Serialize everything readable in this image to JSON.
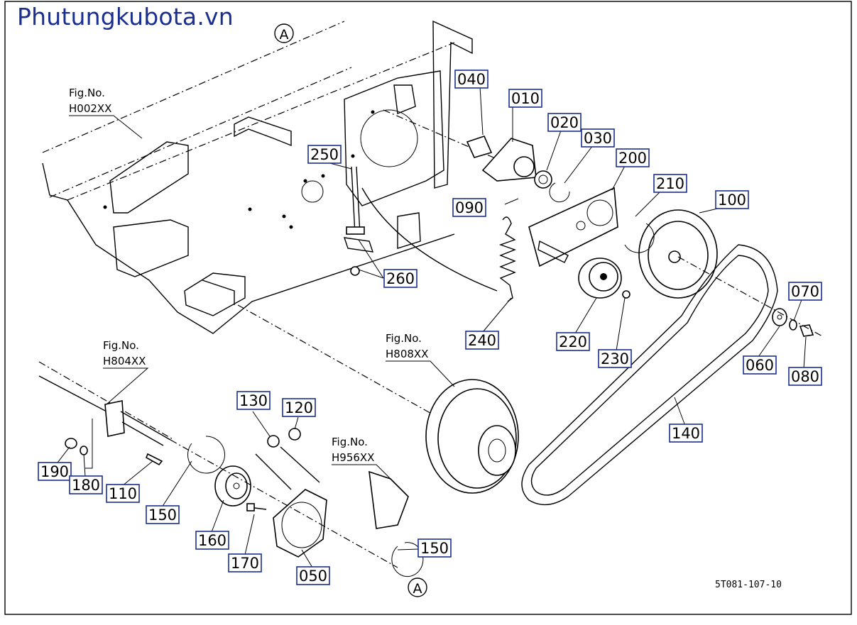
{
  "brand": {
    "title": "Phutungkubota.vn"
  },
  "drawing_number": "5T081-107-10",
  "callout_A": "A",
  "fig_refs": [
    {
      "id": "fig1",
      "line1": "Fig.No.",
      "line2": "H002XX"
    },
    {
      "id": "fig2",
      "line1": "Fig.No.",
      "line2": "H804XX"
    },
    {
      "id": "fig3",
      "line1": "Fig.No.",
      "line2": "H808XX"
    },
    {
      "id": "fig4",
      "line1": "Fig.No.",
      "line2": "H956XX"
    }
  ],
  "part_labels": [
    "010",
    "020",
    "030",
    "040",
    "050",
    "060",
    "070",
    "080",
    "090",
    "100",
    "110",
    "120",
    "130",
    "140",
    "150",
    "150",
    "160",
    "170",
    "180",
    "190",
    "200",
    "210",
    "220",
    "230",
    "240",
    "250",
    "260"
  ]
}
